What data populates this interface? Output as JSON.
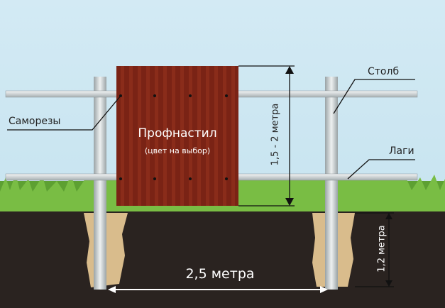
{
  "labels": {
    "samorezy": "Саморезы",
    "stolb": "Столб",
    "lagi": "Лаги",
    "sheet_title": "Профнастил",
    "sheet_subtitle": "(цвет на выбор)",
    "height_dim": "1,5 - 2 метра",
    "depth_dim": "1,2 метра",
    "width_dim": "2,5 метра"
  },
  "colors": {
    "sheet": "#7a2315",
    "soil": "#2a2320",
    "grass": "#5da032",
    "sky": "#c8e4f0",
    "sand": "#d9bc8c"
  }
}
